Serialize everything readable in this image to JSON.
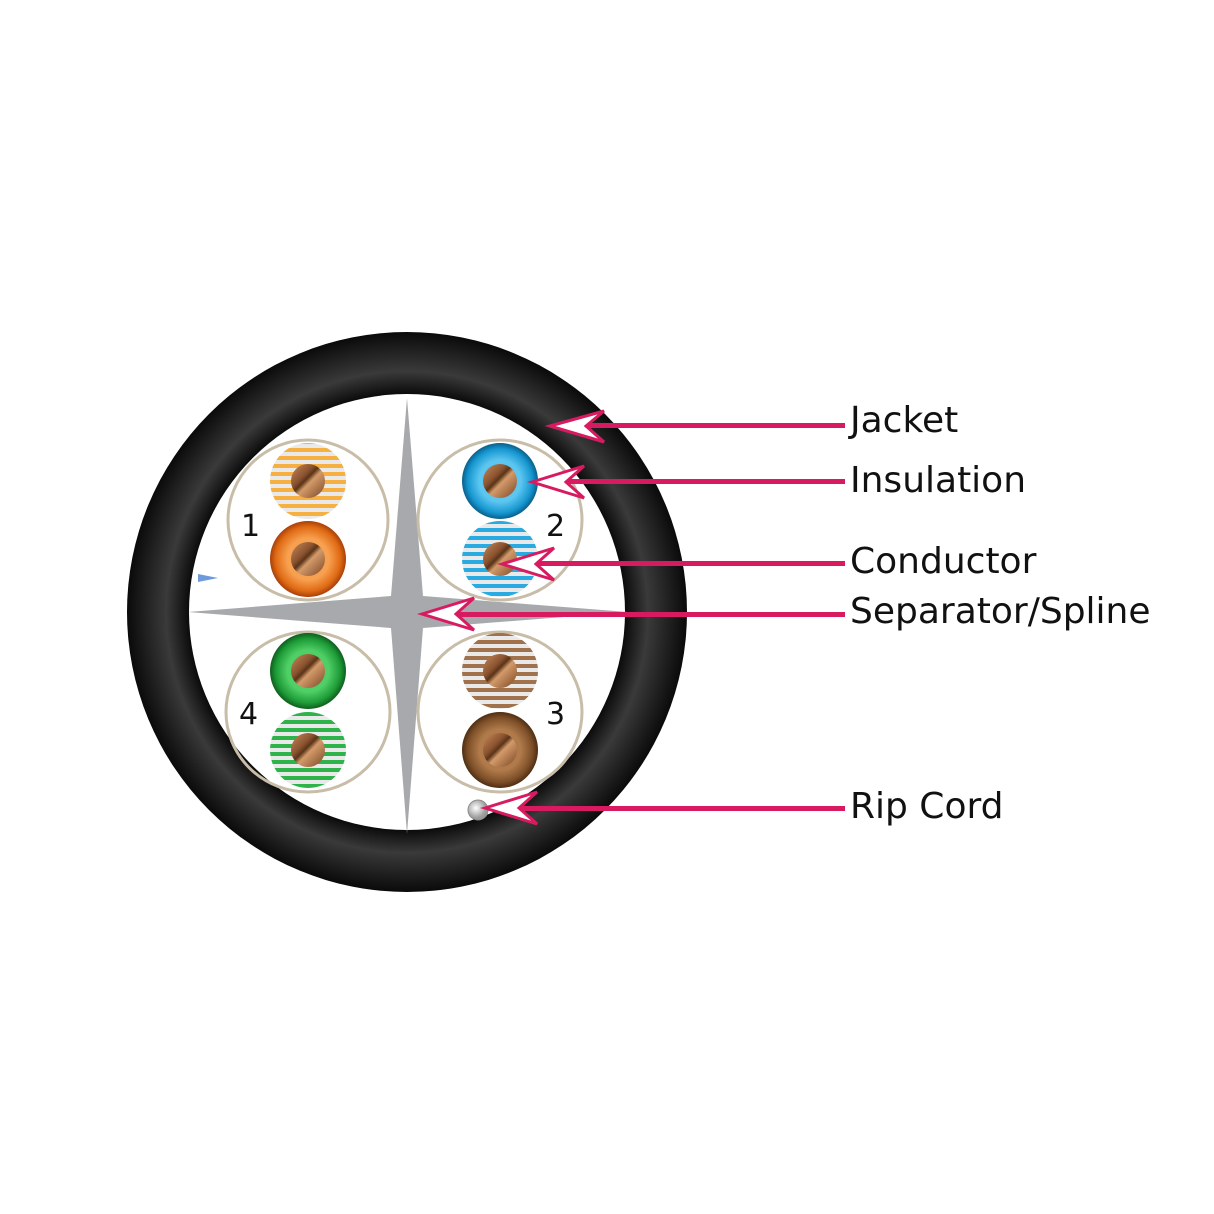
{
  "diagram": {
    "type": "cable cross-section",
    "colors": {
      "jacket": "#1a1a1a",
      "spline": "#a7a9ac",
      "pair_outline": "#c8bda8",
      "leader": "#d81b60",
      "conductor": "#a0673a",
      "rip_cord": "#e0e0e0"
    },
    "pairs": [
      {
        "number": "1",
        "solid_color": "#e8741c",
        "stripe_color": "#f5b041",
        "solid_label": "orange",
        "stripe_label": "orange-white"
      },
      {
        "number": "2",
        "solid_color": "#1e9ad6",
        "stripe_color": "#29abe2",
        "solid_label": "blue",
        "stripe_label": "blue-white"
      },
      {
        "number": "3",
        "solid_color": "#8b5a2b",
        "stripe_color": "#a0714a",
        "solid_label": "brown",
        "stripe_label": "brown-white"
      },
      {
        "number": "4",
        "solid_color": "#22a33a",
        "stripe_color": "#2db34a",
        "solid_label": "green",
        "stripe_label": "green-white"
      }
    ],
    "callouts": [
      {
        "label": "Jacket"
      },
      {
        "label": "Insulation"
      },
      {
        "label": "Conductor"
      },
      {
        "label": "Separator/Spline"
      },
      {
        "label": "Rip Cord"
      }
    ]
  }
}
